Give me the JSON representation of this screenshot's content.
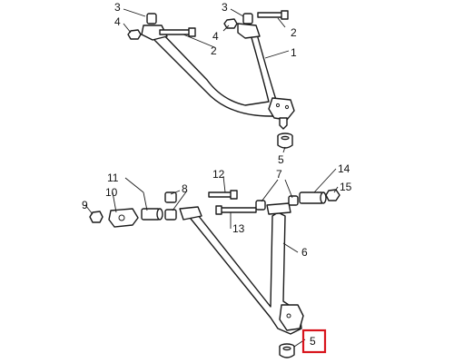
{
  "callouts": [
    "1",
    "2",
    "2",
    "3",
    "3",
    "4",
    "4",
    "5",
    "5",
    "6",
    "7",
    "8",
    "9",
    "10",
    "11",
    "12",
    "13",
    "14",
    "15"
  ],
  "highlight": {
    "label": "5",
    "color": "#d8141c"
  },
  "line_color": "#1a1a1a",
  "background": "#ffffff"
}
